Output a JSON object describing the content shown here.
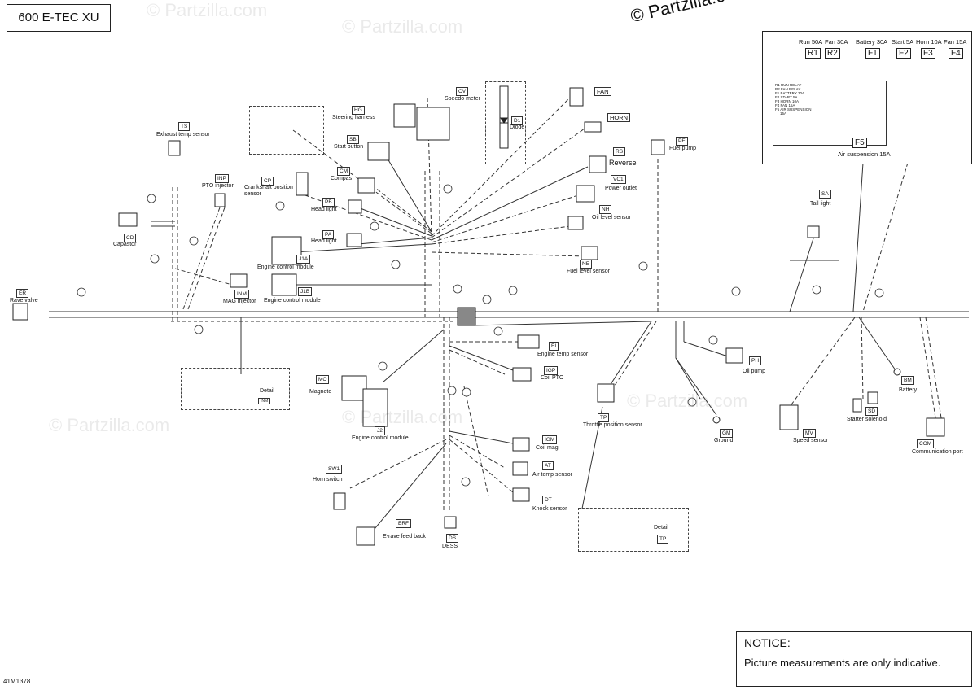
{
  "title": "600 E-TEC XU",
  "copyright": "© Partzilla.com",
  "watermark": "© Partzilla.com",
  "diagram_id": "41M1378",
  "notice": {
    "heading": "NOTICE:",
    "body": "Picture measurements are only indicative."
  },
  "fuse_box": {
    "top_labels": [
      "Run 50A",
      "Fan 30A",
      "Battery 30A",
      "Start 5A",
      "Horn 10A",
      "Fan 15A"
    ],
    "codes": [
      "R1",
      "R2",
      "F1",
      "F2",
      "F3",
      "F4"
    ],
    "legend": [
      "R1 RUN RELAY",
      "R2 FAN RELAY",
      "F1 BATTERY 30A",
      "F2 START 5A",
      "F3 HORN 10A",
      "F4 FAN 15A",
      "F5 AIR SUSPENSION",
      "15A"
    ],
    "f5_code": "F5",
    "f5_label": "Air suspension 15A"
  },
  "components": [
    {
      "id": "ts",
      "code": "TS",
      "label": "Exhaust temp sensor"
    },
    {
      "id": "cd",
      "code": "CD",
      "label": "Capastor"
    },
    {
      "id": "er",
      "code": "ER",
      "label": "Rave valve"
    },
    {
      "id": "inp",
      "code": "INP",
      "label": "PTO injector"
    },
    {
      "id": "inm",
      "code": "INM",
      "label": "MAG injector"
    },
    {
      "id": "cp",
      "code": "CP",
      "label": "Crankshaft position sensor"
    },
    {
      "id": "hg",
      "code": "HG",
      "label": "Steering harness"
    },
    {
      "id": "sb",
      "code": "SB",
      "label": "Start button"
    },
    {
      "id": "cm",
      "code": "CM",
      "label": "Compas"
    },
    {
      "id": "pb",
      "code": "PB",
      "label": "Head light"
    },
    {
      "id": "pa",
      "code": "PA",
      "label": "Head light"
    },
    {
      "id": "j1a",
      "code": "J1A",
      "label": "Engine control module"
    },
    {
      "id": "j1b",
      "code": "J1B",
      "label": "Engine control module"
    },
    {
      "id": "cv",
      "code": "CV",
      "label": "Speedo meter"
    },
    {
      "id": "d1",
      "code": "D1",
      "label": "Diode"
    },
    {
      "id": "fan",
      "code": "FAN",
      "label": ""
    },
    {
      "id": "horn",
      "code": "HORN",
      "label": ""
    },
    {
      "id": "rs",
      "code": "RS",
      "label": "Reverse"
    },
    {
      "id": "vc1",
      "code": "VC1",
      "label": "Power outlet"
    },
    {
      "id": "nh",
      "code": "NH",
      "label": "Oil level sensor"
    },
    {
      "id": "ne",
      "code": "NE",
      "label": "Fuel level sensor"
    },
    {
      "id": "pe",
      "code": "PE",
      "label": "Fuel pump"
    },
    {
      "id": "sa",
      "code": "SA",
      "label": "Tail light"
    },
    {
      "id": "ei",
      "code": "EI",
      "label": "Engine temp sensor"
    },
    {
      "id": "igp",
      "code": "IGP",
      "label": "Coil PTO"
    },
    {
      "id": "mo",
      "code": "MO",
      "label": "Magneto"
    },
    {
      "id": "j2",
      "code": "J2",
      "label": "Engine control module"
    },
    {
      "id": "igm",
      "code": "IGM",
      "label": "Coil mag"
    },
    {
      "id": "at",
      "code": "AT",
      "label": "Air temp sensor"
    },
    {
      "id": "dt",
      "code": "DT",
      "label": "Knock sensor"
    },
    {
      "id": "sw1",
      "code": "SW1",
      "label": "Horn switch"
    },
    {
      "id": "erf",
      "code": "ERF",
      "label": "E-rave feed back"
    },
    {
      "id": "ds",
      "code": "DS",
      "label": "DESS"
    },
    {
      "id": "tp",
      "code": "TP",
      "label": "Throttle position sensor"
    },
    {
      "id": "ph",
      "code": "PH",
      "label": "Oil pump"
    },
    {
      "id": "gm",
      "code": "GM",
      "label": "Ground"
    },
    {
      "id": "bm",
      "code": "BM",
      "label": "Battery"
    },
    {
      "id": "sd",
      "code": "SD",
      "label": "Starter solenoid"
    },
    {
      "id": "mv",
      "code": "MV",
      "label": "Speed sensor"
    },
    {
      "id": "com",
      "code": "COM",
      "label": "Communication port"
    }
  ],
  "details": [
    {
      "id": "detail-inm",
      "label": "Detail",
      "code": "INM"
    },
    {
      "id": "detail-tp",
      "label": "Detail",
      "code": "TP"
    }
  ]
}
